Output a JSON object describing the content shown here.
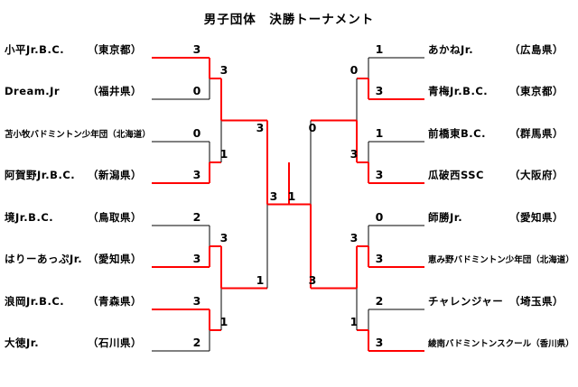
{
  "title": "男子団体　決勝トーナメント",
  "colors": {
    "line": "#000000",
    "winner_path": "#ff0000",
    "text": "#000000"
  },
  "bracket": {
    "left": {
      "teams": [
        {
          "name": "小平Jr.B.C.",
          "prefecture": "（東京都）",
          "score": "3",
          "winner": true,
          "small": false
        },
        {
          "name": "Dream.Jr",
          "prefecture": "（福井県）",
          "score": "0",
          "winner": false,
          "small": false
        },
        {
          "name": "苫小牧バドミントン少年団",
          "prefecture": "（北海道）",
          "score": "0",
          "winner": false,
          "small": true
        },
        {
          "name": "阿賀野Jr.B.C.",
          "prefecture": "（新潟県）",
          "score": "3",
          "winner": true,
          "small": false
        },
        {
          "name": "境Jr.B.C.",
          "prefecture": "（鳥取県）",
          "score": "2",
          "winner": false,
          "small": false
        },
        {
          "name": "はりーあっぷJr.",
          "prefecture": "（愛知県）",
          "score": "3",
          "winner": true,
          "small": false
        },
        {
          "name": "浪岡Jr.B.C.",
          "prefecture": "（青森県）",
          "score": "3",
          "winner": true,
          "small": false
        },
        {
          "name": "大徳Jr.",
          "prefecture": "（石川県）",
          "score": "2",
          "winner": false,
          "small": false
        }
      ],
      "quarterfinals": [
        {
          "top_score": "3",
          "bottom_score": "1",
          "winner": "top"
        },
        {
          "top_score": "3",
          "bottom_score": "1",
          "winner": "top"
        }
      ],
      "semifinal": {
        "top_score": "3",
        "bottom_score": "1",
        "winner": "top"
      }
    },
    "right": {
      "teams": [
        {
          "name": "あかねJr.",
          "prefecture": "（広島県）",
          "score": "1",
          "winner": false,
          "small": false
        },
        {
          "name": "青梅Jr.B.C.",
          "prefecture": "（東京都）",
          "score": "3",
          "winner": true,
          "small": false
        },
        {
          "name": "前橋東B.C.",
          "prefecture": "（群馬県）",
          "score": "1",
          "winner": false,
          "small": false
        },
        {
          "name": "瓜破西SSC",
          "prefecture": "（大阪府）",
          "score": "3",
          "winner": true,
          "small": false
        },
        {
          "name": "師勝Jr.",
          "prefecture": "（愛知県）",
          "score": "0",
          "winner": false,
          "small": false
        },
        {
          "name": "恵み野バドミントン少年団",
          "prefecture": "（北海道）",
          "score": "3",
          "winner": true,
          "small": true
        },
        {
          "name": "チャレンジャー",
          "prefecture": "（埼玉県）",
          "score": "2",
          "winner": false,
          "small": false
        },
        {
          "name": "綾南バドミントンスクール",
          "prefecture": "（香川県）",
          "score": "3",
          "winner": true,
          "small": true
        }
      ],
      "quarterfinals": [
        {
          "top_score": "0",
          "bottom_score": "3",
          "winner": "bottom"
        },
        {
          "top_score": "3",
          "bottom_score": "1",
          "winner": "top"
        }
      ],
      "semifinal": {
        "top_score": "0",
        "bottom_score": "3",
        "winner": "bottom"
      }
    },
    "final": {
      "left_score": "3",
      "right_score": "1",
      "winner": "left"
    }
  }
}
